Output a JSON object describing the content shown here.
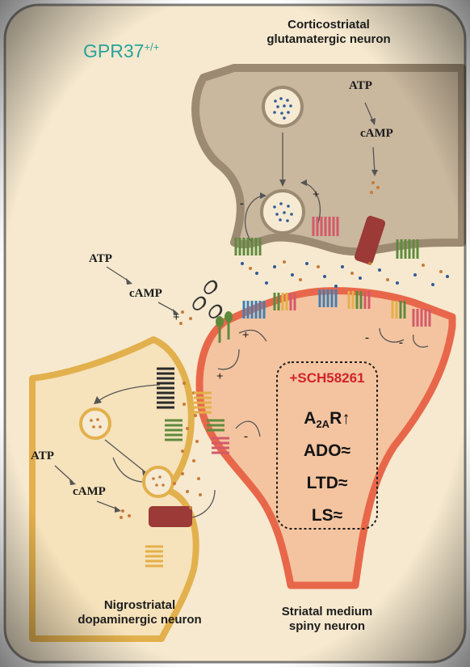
{
  "genotype": {
    "base": "GPR37",
    "superscript": "+/+"
  },
  "neurons": {
    "cortico_line1": "Corticostriatal",
    "cortico_line2": "glutamatergic neuron",
    "nigro_line1": "Nigrostriatal",
    "nigro_line2": "dopaminergic neuron",
    "msn_line1": "Striatal medium",
    "msn_line2": "spiny neuron"
  },
  "pathways": {
    "top": {
      "atp": "ATP",
      "camp": "cAMP"
    },
    "left": {
      "atp": "ATP",
      "camp": "cAMP"
    },
    "bottom": {
      "atp": "ATP",
      "camp": "cAMP"
    }
  },
  "signs": {
    "plus": "+",
    "minus": "-"
  },
  "treatment": {
    "drug": "+SCH58261",
    "a2ar_main": "A",
    "a2ar_sub": "2A",
    "a2ar_tail": "R↑",
    "ado": "ADO≈",
    "ltd": "LTD≈",
    "ls": "LS≈"
  },
  "colors": {
    "background": "#f6e9cf",
    "presynaptic_fill": "#c9b79e",
    "presynaptic_stroke": "#9c8a72",
    "postsynaptic_fill": "#f4c4a0",
    "postsynaptic_stroke": "#e8674a",
    "dopaminergic_stroke": "#e2b04c",
    "treatment_red": "#d2232a",
    "genotype_teal": "#2aa39a"
  }
}
